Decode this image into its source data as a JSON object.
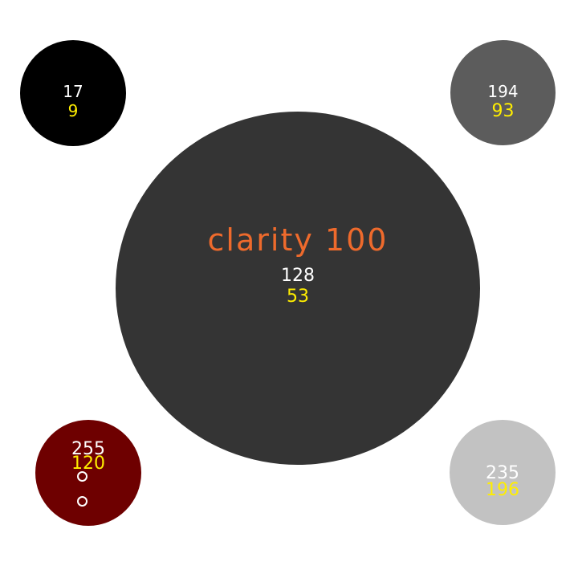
{
  "center": {
    "title": "clarity 100",
    "top_value": "128",
    "bottom_value": "53",
    "color": "#343434"
  },
  "top_left": {
    "top_value": "17",
    "bottom_value": "9",
    "color": "#000000"
  },
  "top_right": {
    "top_value": "194",
    "bottom_value": "93",
    "color": "#5c5c5c"
  },
  "bottom_left": {
    "top_value": "255",
    "bottom_value": "120",
    "color": "#6e0000"
  },
  "bottom_right": {
    "top_value": "235",
    "bottom_value": "196",
    "color": "#c2c2c2"
  },
  "accent_colors": {
    "title": "#ee6a2c",
    "secondary_value": "#ffee00",
    "primary_value": "#ffffff"
  }
}
